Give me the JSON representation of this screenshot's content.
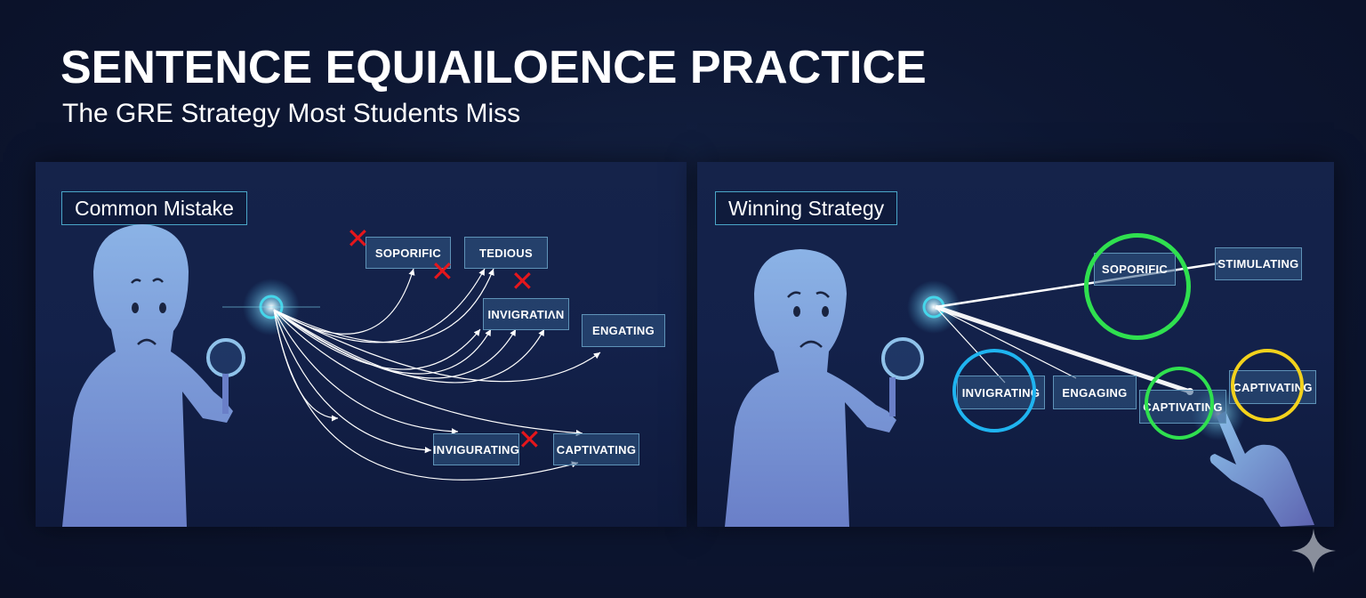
{
  "header": {
    "title": "SENTENCE EQUIAILOENCE PRACTICE",
    "subtitle": "The GRE Strategy Most Students Miss"
  },
  "left_panel": {
    "label": "Common Mistake",
    "character": "confused-figure-with-magnifier",
    "words": [
      {
        "text": "SOPORIFIC",
        "marked_wrong": true
      },
      {
        "text": "TEDIOUS",
        "marked_wrong": true
      },
      {
        "text": "INVIGRATIΛN",
        "marked_wrong": true
      },
      {
        "text": "ENGATING",
        "marked_wrong": false
      },
      {
        "text": "INVIGURATING",
        "marked_wrong": true
      },
      {
        "text": "CAPTIVATING",
        "marked_wrong": false
      }
    ],
    "mark_color": "#e5161c"
  },
  "right_panel": {
    "label": "Winning Strategy",
    "character": "concerned-figure-with-magnifier",
    "words": [
      {
        "text": "SOPORIFIC",
        "ring_color": "#2fe04f"
      },
      {
        "text": "STIMULATING",
        "ring_color": null
      },
      {
        "text": "INVIGRATING",
        "ring_color": "#1fb4f0"
      },
      {
        "text": "ENGAGING",
        "ring_color": null
      },
      {
        "text": "CAPTIVATING",
        "ring_color": "#2fe04f"
      },
      {
        "text": "CAPTIVATING",
        "ring_color": "#f3d21c"
      }
    ]
  },
  "colors": {
    "background": "#0d1733",
    "panel_border": "#4aa6c8",
    "word_box_border": "#5f93b8",
    "green_ring": "#2fe04f",
    "blue_ring": "#1fb4f0",
    "yellow_ring": "#f3d21c",
    "figure": "#7ea6dc"
  }
}
